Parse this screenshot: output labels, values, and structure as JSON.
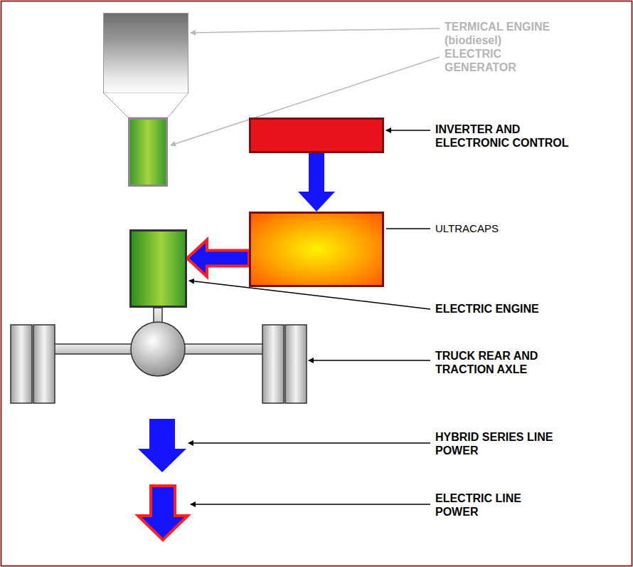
{
  "diagram": {
    "nodes": [
      {
        "text": [
          "TERMICAL ENGINE (biodiesel)"
        ]
      },
      {
        "text": [
          "ELECTRIC GENERATOR"
        ]
      },
      {
        "text": [
          "INVERTER AND ELECTRONIC CONTROL"
        ]
      },
      {
        "text": [
          "ULTRACAPS"
        ]
      },
      {
        "text": [
          "ELECTRIC ENGINE"
        ]
      },
      {
        "text": [
          "TRUCK REAR AND TRACTION AXLE"
        ]
      }
    ],
    "edges": [
      {
        "from": 2,
        "to": 3,
        "arrow": "to"
      },
      {
        "from": 3,
        "to": 4,
        "arrow": "to"
      }
    ],
    "legend": [
      {
        "text": "HYBRID SERIES LINE POWER"
      },
      {
        "text": "ELECTRIC LINE POWER"
      }
    ]
  }
}
